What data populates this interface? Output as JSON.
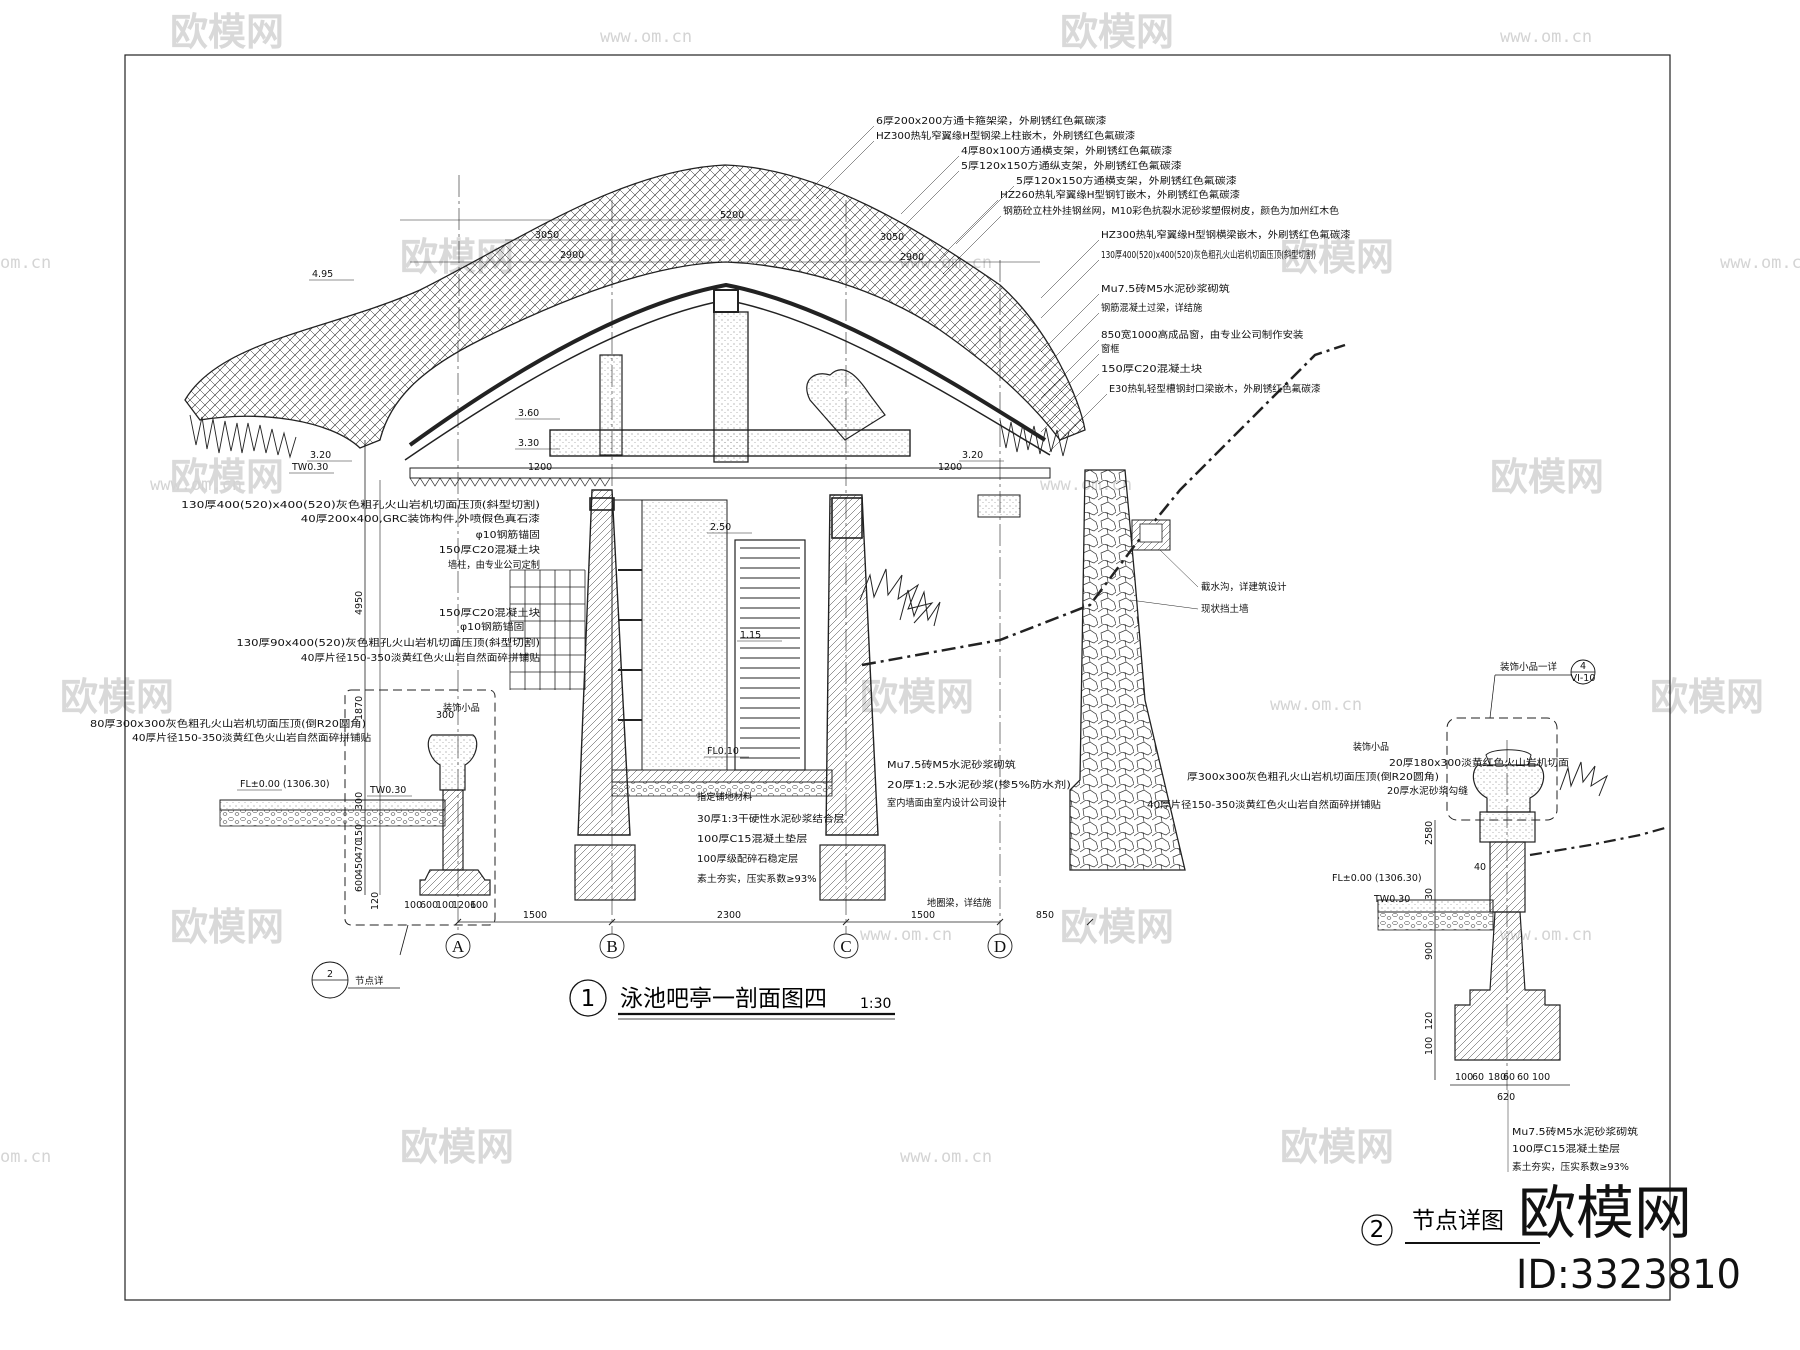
{
  "watermark": {
    "brand": "欧模网",
    "url": "www.om.cn",
    "url_short": "om.cn"
  },
  "main_title": {
    "number": "1",
    "text": "泳池吧亭一剖面图四",
    "scale": "1:30"
  },
  "detail_title": {
    "number": "2",
    "text": "节点详图"
  },
  "node_ref": {
    "number": "2",
    "label": "节点详"
  },
  "detail_ref": {
    "label": "装饰小品一详",
    "top": "4",
    "bottom": "VI-10"
  },
  "brand_id": "ID:3323810",
  "brand_name": "欧模网",
  "grid": [
    "A",
    "B",
    "C",
    "D"
  ],
  "dims_bottom": [
    "1500",
    "2300",
    "1500",
    "850"
  ],
  "roof_notes": [
    "6厚200x200方通卡箍架梁，外刷锈红色氟碳漆",
    "HZ300热轧窄翼缘H型钢梁上柱嵌木，外刷锈红色氟碳漆",
    "4厚80x100方通横支架，外刷锈红色氟碳漆",
    "5厚120x150方通纵支架，外刷锈红色氟碳漆",
    "5厚120x150方通横支架，外刷锈红色氟碳漆",
    "HZ260热轧窄翼缘H型钢钉嵌木，外刷锈红色氟碳漆",
    "钢筋砼立柱外挂钢丝网，M10彩色抗裂水泥砂浆塑假树皮，颜色为加州红木色",
    "HZ300热轧窄翼缘H型钢横梁嵌木，外刷锈红色氟碳漆",
    "130厚400(520)x400(520)灰色粗孔火山岩机切面压顶(斜型切割)",
    "Mu7.5砖M5水泥砂浆砌筑",
    "钢筋混凝土过梁，详结施",
    "850宽1000高成品窗，由专业公司制作安装",
    "窗框",
    "150厚C20混凝土块",
    "E30热轧轻型槽钢封口梁嵌木，外刷锈红色氟碳漆"
  ],
  "left_notes": [
    "130厚400(520)x400(520)灰色粗孔火山岩机切面压顶(斜型切割)",
    "40厚200x400,GRC装饰构件,外喷假色真石漆",
    "φ10钢筋锚固",
    "150厚C20混凝土块",
    "墙柱，由专业公司定制",
    "150厚C20混凝土块",
    "φ10钢筋锚固",
    "130厚90x400(520)灰色粗孔火山岩机切面压顶(斜型切割)",
    "40厚片径150-350淡黄红色火山岩自然面碎拼铺贴",
    "装饰小品",
    "80厚300x300灰色粗孔火山岩机切面压顶(倒R20圆角)",
    "40厚片径150-350淡黄红色火山岩自然面碎拼铺贴"
  ],
  "floor_notes": [
    "Mu7.5砖M5水泥砂浆砌筑",
    "20厚1:2.5水泥砂浆(掺5%防水剂)",
    "室内墙面由室内设计公司设计",
    "指定铺地材料",
    "30厚1:3干硬性水泥砂浆结合层",
    "100厚C15混凝土垫层",
    "100厚级配碎石稳定层",
    "素土夯实，压实系数≥93%",
    "地圈梁，详结施"
  ],
  "right_notes": [
    "截水沟，详建筑设计",
    "现状挡土墙"
  ],
  "detail_notes": [
    "装饰小品",
    "20厚180x300淡黄红色火山岩机切面",
    "厚300x300灰色粗孔火山岩机切面压顶(倒R20圆角)",
    "20厚水泥砂浆勾缝",
    "40厚片径150-350淡黄红色火山岩自然面碎拼铺贴"
  ],
  "detail_bottom_notes": [
    "Mu7.5砖M5水泥砂浆砌筑",
    "100厚C15混凝土垫层",
    "素土夯实，压实系数≥93%"
  ],
  "elevations": {
    "e495": "4.95",
    "e360": "3.60",
    "e330": "3.30",
    "e320": "3.20",
    "tw": "TW0.30",
    "e250": "2.50",
    "e115": "1.15",
    "fl010": "FL0.10",
    "fl000": "FL±0.00 (1306.30)",
    "tw2": "TW0.30",
    "e320r": "3.20"
  },
  "roof_dims": [
    "5200",
    "3050",
    "2900",
    "3050",
    "2900",
    "1200",
    "1200"
  ],
  "vert_dims": [
    "4950",
    "1870",
    "300",
    "150",
    "470",
    "450",
    "600",
    "120"
  ],
  "misc_dims": [
    "300",
    "100",
    "600",
    "100",
    "1206",
    "100"
  ],
  "detail_dims": [
    "100",
    "60",
    "180",
    "60",
    "60",
    "100",
    "620",
    "900",
    "120",
    "100",
    "40",
    "2580",
    "30"
  ]
}
